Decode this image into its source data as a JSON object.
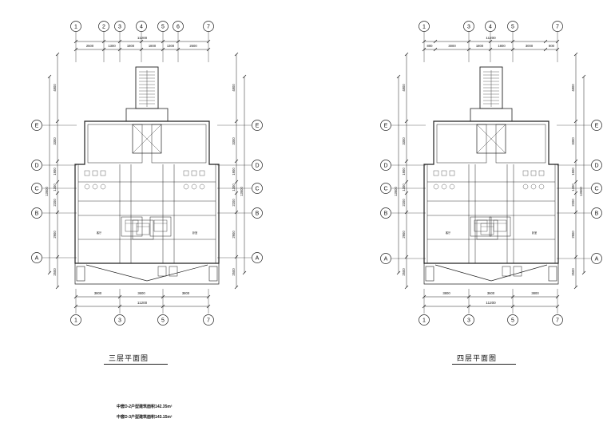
{
  "plan_left": {
    "title": "三层平面图",
    "top_axes": [
      "1",
      "2",
      "3",
      "4",
      "5",
      "6",
      "7"
    ],
    "top_dims": [
      "2500",
      "1300",
      "1800",
      "1800",
      "1300",
      "2500"
    ],
    "top_total": "11200",
    "side_axes": [
      "E",
      "D",
      "C",
      "B",
      "A"
    ],
    "side_dims": [
      "4800",
      "3300",
      "1900",
      "1300",
      "2200",
      "2900",
      "2500"
    ],
    "side_total": "13500",
    "bottom_dims": [
      "3800",
      "3600",
      "3800"
    ],
    "bottom_total": "11200",
    "bottom_axes": [
      "1",
      "3",
      "5",
      "7"
    ]
  },
  "plan_right": {
    "title": "四层平面图",
    "top_axes": [
      "1",
      "3",
      "4",
      "5",
      "7"
    ],
    "top_dims": [
      "800",
      "3000",
      "1800",
      "1800",
      "3000",
      "800"
    ],
    "top_total": "11200",
    "side_axes": [
      "E",
      "D",
      "C",
      "B",
      "A"
    ],
    "side_dims": [
      "4800",
      "3300",
      "1900",
      "1300",
      "2200",
      "2900",
      "2500"
    ],
    "side_total": "13500",
    "bottom_dims": [
      "3800",
      "3600",
      "3800"
    ],
    "bottom_total": "11200",
    "bottom_axes": [
      "1",
      "3",
      "5",
      "7"
    ]
  },
  "notes": [
    "中套D-2户型建筑面积142.35m²",
    "中套D-3户型建筑面积143.15m²"
  ],
  "style": {
    "line": "#222222",
    "ink": "#111111"
  }
}
